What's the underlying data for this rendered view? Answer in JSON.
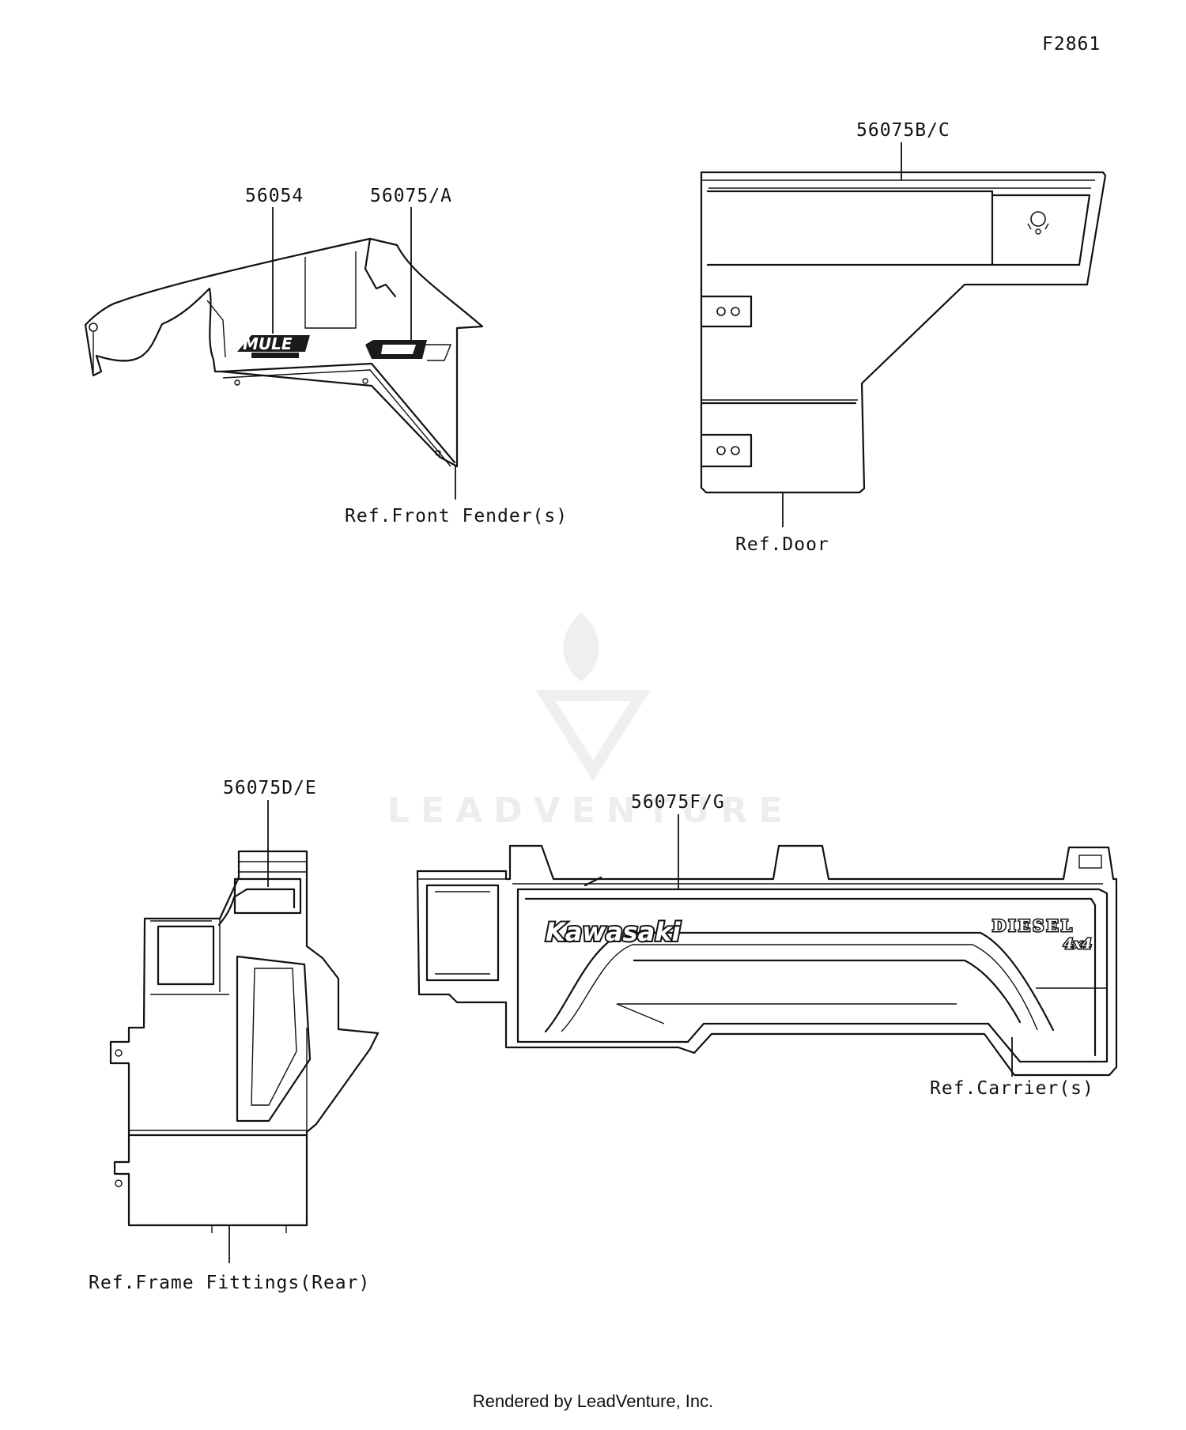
{
  "figure_id": "F2861",
  "watermark": "LEADVENTURE",
  "footer": "Rendered by LeadVenture, Inc.",
  "parts": {
    "fender_label": "56054",
    "fender_badge": "56075/A",
    "door": "56075B/C",
    "frame": "56075D/E",
    "carrier": "56075F/G"
  },
  "refs": {
    "front_fender": "Ref.Front Fender(s)",
    "door": "Ref.Door",
    "frame": "Ref.Frame Fittings(Rear)",
    "carrier": "Ref.Carrier(s)"
  },
  "decals": {
    "mule": "MULE",
    "brand": "Kawasaki",
    "diesel": "DIESEL",
    "drive": "4x4"
  }
}
